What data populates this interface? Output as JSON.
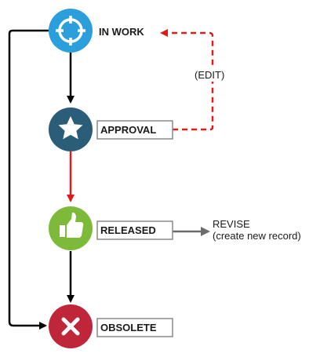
{
  "diagram": {
    "states": {
      "in_work": {
        "label": "IN WORK",
        "color": "#2b9fdb",
        "icon": "target-icon"
      },
      "approval": {
        "label": "APPROVAL",
        "color": "#2a5d78",
        "icon": "star-icon"
      },
      "released": {
        "label": "RELEASED",
        "color": "#7dba3a",
        "icon": "thumbs-up-icon"
      },
      "obsolete": {
        "label": "OBSOLETE",
        "color": "#c0263a",
        "icon": "x-icon"
      }
    },
    "edit_label": "(EDIT)",
    "revise_label_line1": "REVISE",
    "revise_label_line2": "(create new record)",
    "colors": {
      "arrow_black": "#000000",
      "arrow_red": "#e01b1b",
      "arrow_gray": "#6b6b6b"
    }
  }
}
